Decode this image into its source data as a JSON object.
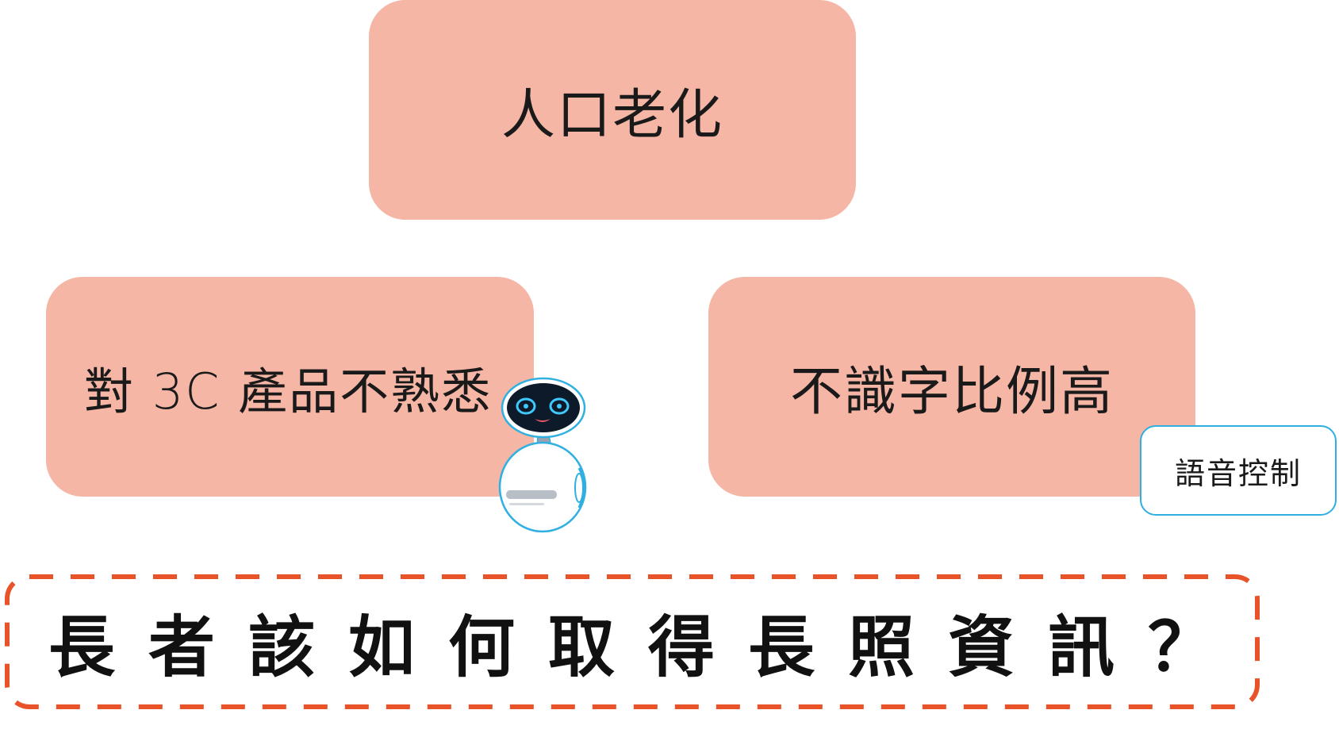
{
  "diagram": {
    "top_box": {
      "label": "人口老化"
    },
    "left_box": {
      "label": "對 3C 產品不熟悉"
    },
    "right_box": {
      "label": "不識字比例高"
    },
    "voice_box": {
      "label": "語音控制"
    },
    "question": {
      "text": "長者該如何取得長照資訊？"
    }
  },
  "colors": {
    "box_fill": "#f5b6a6",
    "dashed_border": "#e8532a",
    "voice_border": "#2fb0e0",
    "text": "#1a1a1a"
  },
  "icons": {
    "robot": "companion-robot-icon"
  }
}
